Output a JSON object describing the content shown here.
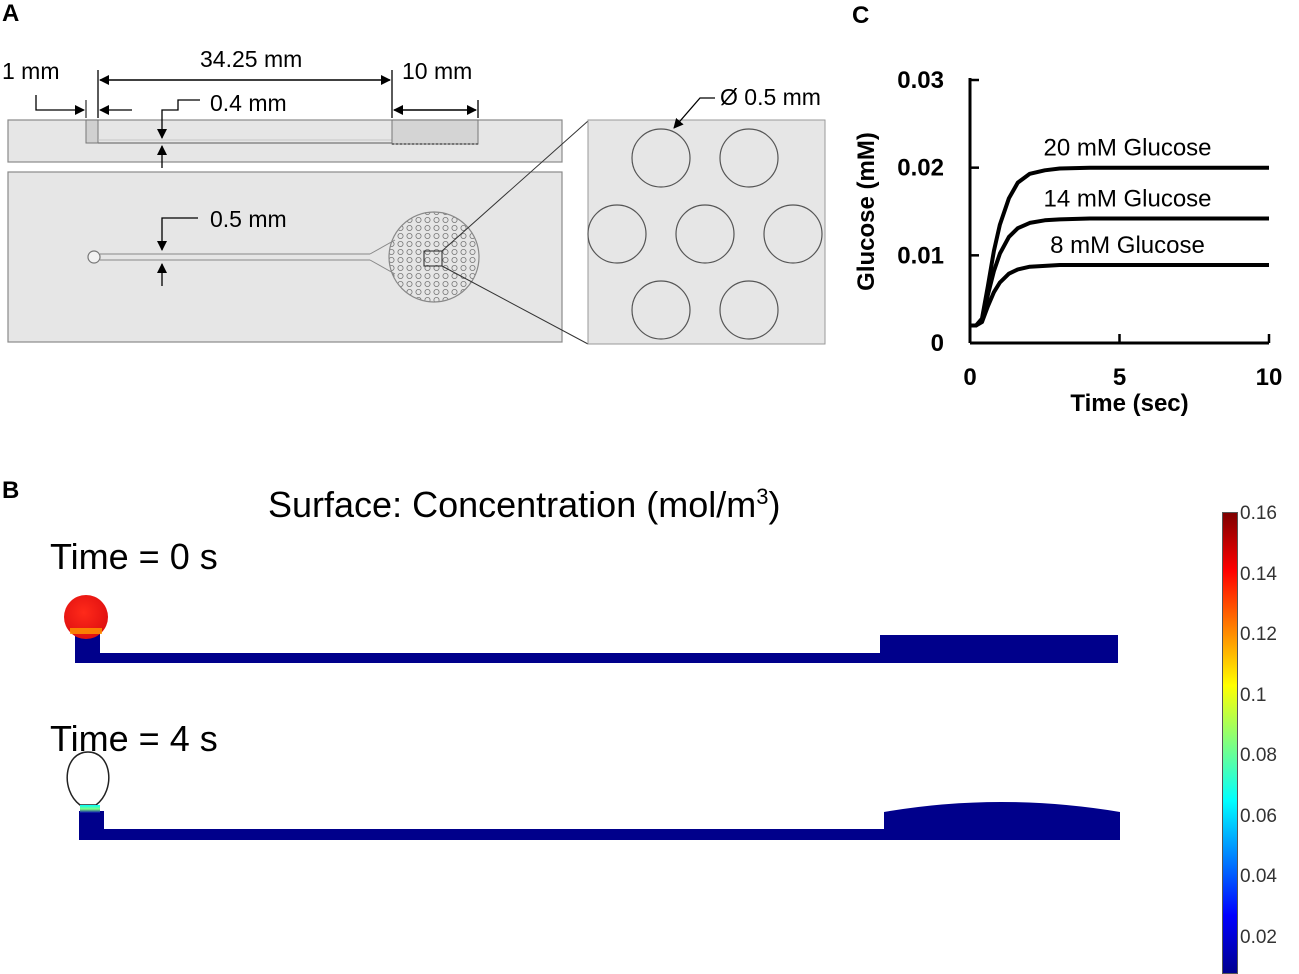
{
  "panels": {
    "a": "A",
    "b": "B",
    "c": "C"
  },
  "panel_a": {
    "dim_1mm": "1 mm",
    "dim_length": "34.25 mm",
    "dim_10mm": "10 mm",
    "dim_depth": "0.4 mm",
    "dim_width": "0.5 mm",
    "dim_pillar": "Ø 0.5 mm"
  },
  "panel_b": {
    "title_prefix": "Surface: Concentration (mol/m",
    "title_sup": "3",
    "title_suffix": ")",
    "time0": "Time = 0 s",
    "time4": "Time = 4 s",
    "colorbar": {
      "ticks": [
        "0.16",
        "0.14",
        "0.12",
        "0.1",
        "0.08",
        "0.06",
        "0.04",
        "0.02"
      ],
      "colormap": [
        "#7f0000",
        "#ff0000",
        "#ff8000",
        "#ffff00",
        "#80ff80",
        "#00ffff",
        "#0080ff",
        "#0000ff",
        "#00008f"
      ],
      "channel_color": "#00008b",
      "droplet_color": "#ee1111"
    }
  },
  "chart_data": {
    "type": "line",
    "title": "",
    "xlabel": "Time (sec)",
    "ylabel": "Glucose (mM)",
    "xlim": [
      0,
      10
    ],
    "ylim": [
      0,
      0.03
    ],
    "xticks": [
      "0",
      "5",
      "10"
    ],
    "yticks": [
      "0",
      "0.01",
      "0.02",
      "0.03"
    ],
    "grid": false,
    "series": [
      {
        "name": "20 mM Glucose",
        "x": [
          0,
          0.2,
          0.4,
          0.6,
          0.8,
          1.0,
          1.3,
          1.6,
          2.0,
          2.5,
          3.0,
          4.0,
          5.0,
          7.5,
          10.0
        ],
        "y": [
          0.002,
          0.002,
          0.0028,
          0.0065,
          0.0105,
          0.0135,
          0.0165,
          0.0183,
          0.0193,
          0.0197,
          0.0199,
          0.02,
          0.02,
          0.02,
          0.02
        ]
      },
      {
        "name": "14 mM Glucose",
        "x": [
          0,
          0.2,
          0.4,
          0.6,
          0.8,
          1.0,
          1.3,
          1.6,
          2.0,
          2.5,
          3.0,
          4.0,
          5.0,
          7.5,
          10.0
        ],
        "y": [
          0.002,
          0.002,
          0.0026,
          0.0055,
          0.0082,
          0.0102,
          0.0121,
          0.0131,
          0.0137,
          0.014,
          0.0141,
          0.0142,
          0.0142,
          0.0142,
          0.0142
        ]
      },
      {
        "name": "8 mM Glucose",
        "x": [
          0,
          0.2,
          0.4,
          0.6,
          0.8,
          1.0,
          1.3,
          1.6,
          2.0,
          2.5,
          3.0,
          4.0,
          5.0,
          7.5,
          10.0
        ],
        "y": [
          0.002,
          0.002,
          0.0024,
          0.0042,
          0.0058,
          0.0069,
          0.0079,
          0.0084,
          0.0087,
          0.0088,
          0.0089,
          0.0089,
          0.0089,
          0.0089,
          0.0089
        ]
      }
    ]
  }
}
